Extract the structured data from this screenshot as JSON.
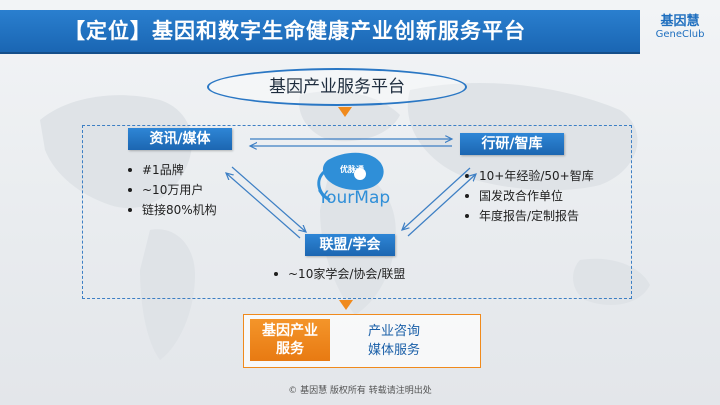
{
  "header": {
    "title": "【定位】基因和数字生命健康产业创新服务平台",
    "logo_cn": "基因慧",
    "logo_en": "GeneClub"
  },
  "platform": {
    "label": "基因产业服务平台"
  },
  "nodes": {
    "media": {
      "label": "资讯/媒体",
      "bullets": [
        "#1品牌",
        "~10万用户",
        "链接80%机构"
      ]
    },
    "research": {
      "label": "行研/智库",
      "bullets": [
        "10+年经验/50+智库",
        "国发改合作单位",
        "年度报告/定制报告"
      ]
    },
    "alliance": {
      "label": "联盟/学会",
      "bullets": [
        "~10家学会/协会/联盟"
      ]
    }
  },
  "center_logo": {
    "small_text": "优脉通",
    "text": "YourMap"
  },
  "services": {
    "label_line1": "基因产业",
    "label_line2": "服务",
    "items": [
      "产业咨询",
      "媒体服务"
    ]
  },
  "footer": {
    "text": "© 基因慧 版权所有 转载请注明出处"
  },
  "colors": {
    "header_blue": "#1a66b3",
    "accent_orange": "#f08a1c",
    "label_blue": "#1c66b1"
  }
}
